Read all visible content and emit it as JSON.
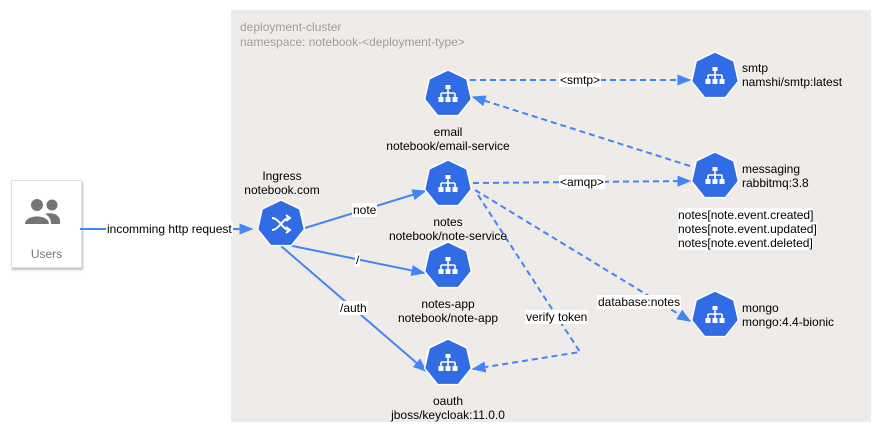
{
  "cluster": {
    "title": "deployment-cluster",
    "namespace": "namespace: notebook-<deployment-type>"
  },
  "users": {
    "label": "Users"
  },
  "ingress": {
    "name": "Ingress",
    "host": "notebook.com"
  },
  "services": {
    "email": {
      "name": "email",
      "detail": "notebook/email-service"
    },
    "notes": {
      "name": "notes",
      "detail": "notebook/note-service"
    },
    "notes_app": {
      "name": "notes-app",
      "detail": "notebook/note-app"
    },
    "oauth": {
      "name": "oauth",
      "detail": "jboss/keycloak:11.0.0"
    },
    "smtp": {
      "name": "smtp",
      "detail": "namshi/smtp:latest"
    },
    "messaging": {
      "name": "messaging",
      "detail": "rabbitmq:3.8"
    },
    "mongo": {
      "name": "mongo",
      "detail": "mongo:4.4-bionic"
    }
  },
  "queues": [
    "notes[note.event.created]",
    "notes[note.event.updated]",
    "notes[note.event.deleted]"
  ],
  "edge_labels": {
    "http": "incomming http request",
    "note": "note",
    "root": "/",
    "auth": "/auth",
    "smtp": "<smtp>",
    "amqp": "<amqp>",
    "database": "database:notes",
    "verify": "verify token"
  },
  "colors": {
    "cluster_bg": "#efebe9",
    "node_fill": "#326ce5",
    "edge": "#4285f4",
    "muted_text": "#9e9e9e",
    "users_icon": "#757575"
  },
  "icons": {
    "node": "kubernetes-service-icon",
    "ingress": "shuffle-icon",
    "users": "people-icon"
  }
}
